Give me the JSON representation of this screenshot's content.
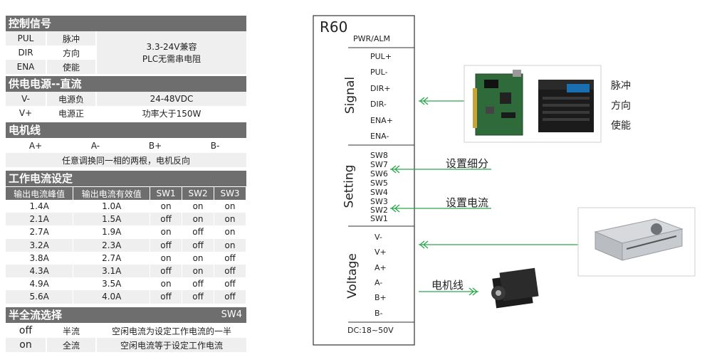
{
  "control": {
    "title": "控制信号",
    "rows": [
      {
        "name": "PUL",
        "desc": "脉冲"
      },
      {
        "name": "DIR",
        "desc": "方向"
      },
      {
        "name": "ENA",
        "desc": "使能"
      }
    ],
    "note1": "3.3-24V兼容",
    "note2": "PLC无需串电阻"
  },
  "power": {
    "title": "供电电源--直流",
    "rows": [
      {
        "name": "V-",
        "desc": "电源负",
        "value": "24-48VDC"
      },
      {
        "name": "V+",
        "desc": "电源正",
        "value": "功率大于150W"
      }
    ]
  },
  "motor": {
    "title": "电机线",
    "pins": [
      "A+",
      "A-",
      "B+",
      "B-"
    ],
    "note": "任意调换同一相的两根，电机反向"
  },
  "current": {
    "title": "工作电流设定",
    "headers": [
      "输出电流峰值",
      "输出电流有效值",
      "SW1",
      "SW2",
      "SW3"
    ],
    "rows": [
      [
        "1.4A",
        "1.0A",
        "on",
        "on",
        "on"
      ],
      [
        "2.1A",
        "1.5A",
        "off",
        "on",
        "on"
      ],
      [
        "2.7A",
        "1.9A",
        "on",
        "off",
        "on"
      ],
      [
        "3.2A",
        "2.3A",
        "off",
        "off",
        "on"
      ],
      [
        "3.8A",
        "2.7A",
        "on",
        "on",
        "off"
      ],
      [
        "4.3A",
        "3.1A",
        "off",
        "on",
        "off"
      ],
      [
        "4.9A",
        "3.5A",
        "on",
        "off",
        "off"
      ],
      [
        "5.6A",
        "4.0A",
        "off",
        "off",
        "off"
      ]
    ]
  },
  "half": {
    "title": "半全流选择",
    "sw": "SW4",
    "rows": [
      {
        "state": "off",
        "mode": "半流",
        "desc": "空闲电流为设定工作电流的一半"
      },
      {
        "state": "on",
        "mode": "全流",
        "desc": "空闲电流等于设定工作电流"
      }
    ]
  },
  "driver": {
    "model": "R60",
    "pwr": "PWR/ALM",
    "signal_label": "Signal",
    "signal_pins": [
      "PUL+",
      "PUL-",
      "DIR+",
      "DIR-",
      "ENA+",
      "ENA-"
    ],
    "setting_label": "Setting",
    "setting_pins": [
      "SW8",
      "SW7",
      "SW6",
      "SW5",
      "SW4",
      "SW3",
      "SW2",
      "SW1"
    ],
    "voltage_label": "Voltage",
    "voltage_pins": [
      "V-",
      "V+",
      "A+",
      "A-",
      "B+",
      "B-"
    ],
    "dc": "DC:18~50V"
  },
  "annotations": {
    "controller_labels": [
      "脉冲",
      "方向",
      "使能"
    ],
    "subdivision": "设置细分",
    "current_set": "设置电流",
    "motor_line": "电机线"
  },
  "colors": {
    "header": "#6e6e6e",
    "arrow": "#2aa84a",
    "box": "#333333"
  }
}
